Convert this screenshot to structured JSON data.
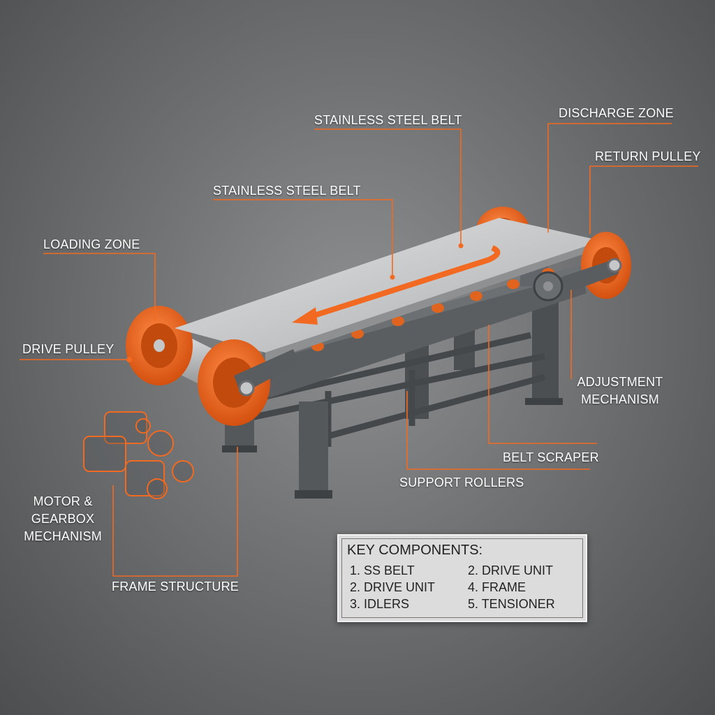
{
  "colors": {
    "accent": "#f26a21",
    "frame": "#55585b",
    "belt": "#c9cbcd",
    "background": "#6f7173"
  },
  "labels": {
    "belt_top": "STAINLESS STEEL BELT",
    "belt_mid": "STAINLESS STEEL BELT",
    "discharge_zone": "DISCHARGE ZONE",
    "return_pulley": "RETURN PULLEY",
    "loading_zone": "LOADING ZONE",
    "drive_pulley": "DRIVE PULLEY",
    "adjustment_mechanism": "ADJUSTMENT MECHANISM",
    "belt_scraper": "BELT SCRAPER",
    "support_rollers": "SUPPORT ROLLERS",
    "motor_gearbox": "MOTOR & GEARBOX MECHANISM",
    "frame_structure": "FRAME STRUCTURE"
  },
  "key": {
    "title": "KEY COMPONENTS:",
    "items": [
      "1. SS BELT",
      "2. DRIVE UNIT",
      "2. DRIVE UNIT",
      "4. FRAME",
      "3. IDLERS",
      "5. TENSIONER"
    ]
  }
}
